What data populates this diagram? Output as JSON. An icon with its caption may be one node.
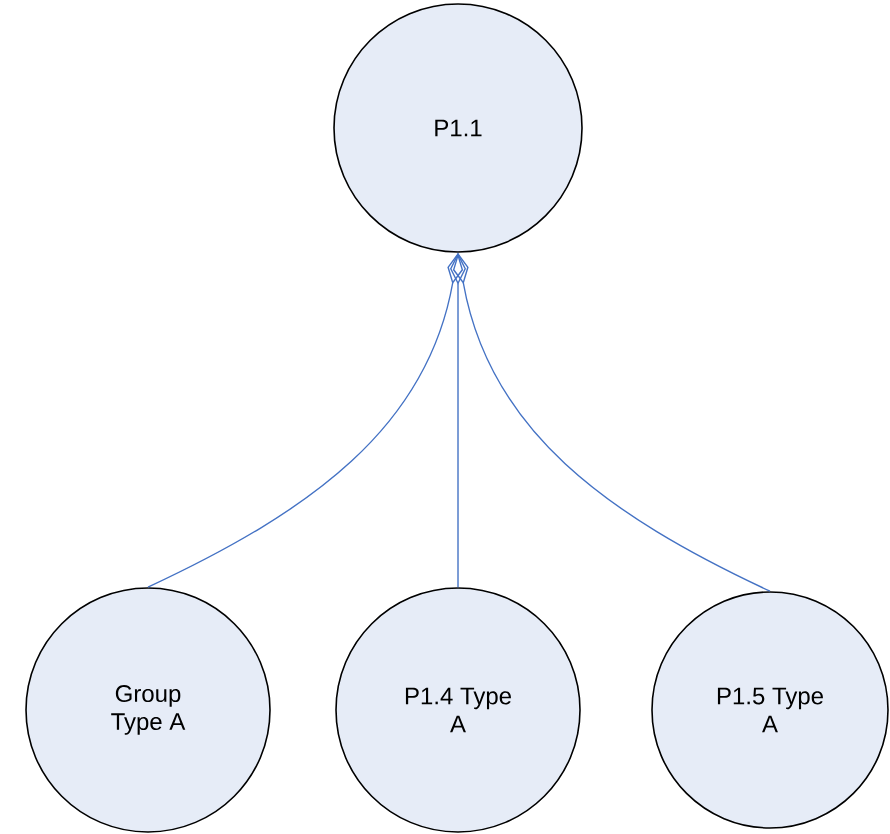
{
  "diagram": {
    "nodes": [
      {
        "text": [
          "P1.1"
        ]
      },
      {
        "text": [
          "Group Type A"
        ]
      },
      {
        "text": [
          "P1.4 Type A"
        ]
      },
      {
        "text": [
          "P1.5 Type A"
        ]
      }
    ],
    "edges": [
      {
        "from": 0,
        "to": 1,
        "arrow": "other"
      },
      {
        "from": 0,
        "to": 2,
        "arrow": "other"
      },
      {
        "from": 0,
        "to": 3,
        "arrow": "other"
      }
    ]
  }
}
